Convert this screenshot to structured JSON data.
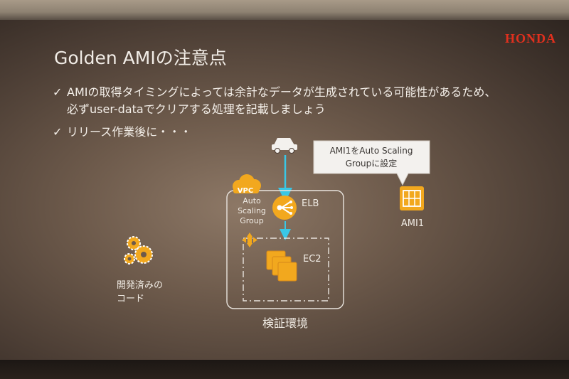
{
  "brand": "HONDA",
  "slide": {
    "title": "Golden AMIの注意点",
    "bullets": [
      {
        "line1": "AMIの取得タイミングによっては余計なデータが生成されている可能性があるため、",
        "line2": "必ずuser-dataでクリアする処理を記載しましょう"
      },
      {
        "line1": "リリース作業後に・・・",
        "line2": ""
      }
    ]
  },
  "diagram": {
    "callout": {
      "line1": "AMI1をAuto  Scaling",
      "line2": "Groupに設定"
    },
    "vpc_badge": "VPC",
    "asg_label": {
      "line1": "Auto",
      "line2": "Scaling",
      "line3": "Group"
    },
    "elb_label": "ELB",
    "ec2_label": "EC2",
    "ami_label": "AMI1",
    "code_label": {
      "line1": "開発済みの",
      "line2": "コード"
    },
    "env_label": "検証環境",
    "icons": [
      "car-icon",
      "elb-icon",
      "asg-arrows-icon",
      "ec2-instances-icon",
      "ami-grid-icon",
      "gears-icon",
      "cloud-icon"
    ]
  },
  "colors": {
    "accent_orange": "#f2a81e",
    "arrow_cyan": "#39c7e6",
    "brand_red": "#e0301e"
  }
}
